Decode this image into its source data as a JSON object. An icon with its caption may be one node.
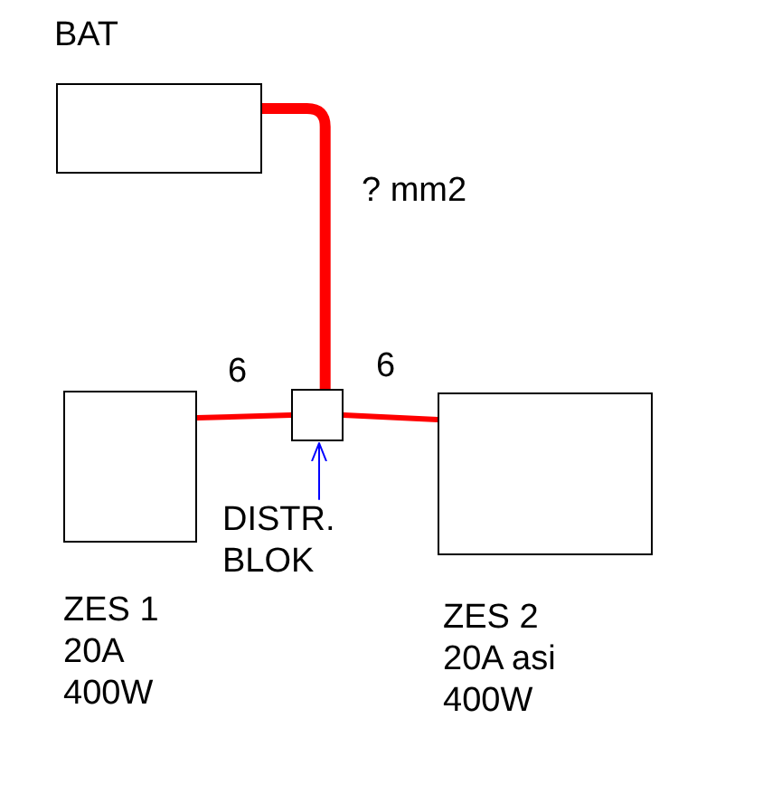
{
  "diagram": {
    "nodes": [
      {
        "text": [],
        "shape": "box",
        "beside": [
          "BAT"
        ]
      },
      {
        "text": [],
        "shape": "box"
      },
      {
        "text": [],
        "shape": "box",
        "beside": [
          "ZES 1 20A 400W"
        ]
      },
      {
        "text": [],
        "shape": "box",
        "beside": [
          "ZES 2 20A asi 400W"
        ]
      },
      {
        "text": [
          "DISTR. BLOK"
        ]
      }
    ],
    "edges": [
      {
        "from": 0,
        "to": 1,
        "arrow": "none",
        "label": "? mm2",
        "style": "thick"
      },
      {
        "from": 1,
        "to": 2,
        "arrow": "none",
        "label": "6"
      },
      {
        "from": 1,
        "to": 3,
        "arrow": "none",
        "label": "6"
      },
      {
        "from": 4,
        "to": 1,
        "arrow": "to",
        "color": "#0000ff"
      }
    ]
  }
}
